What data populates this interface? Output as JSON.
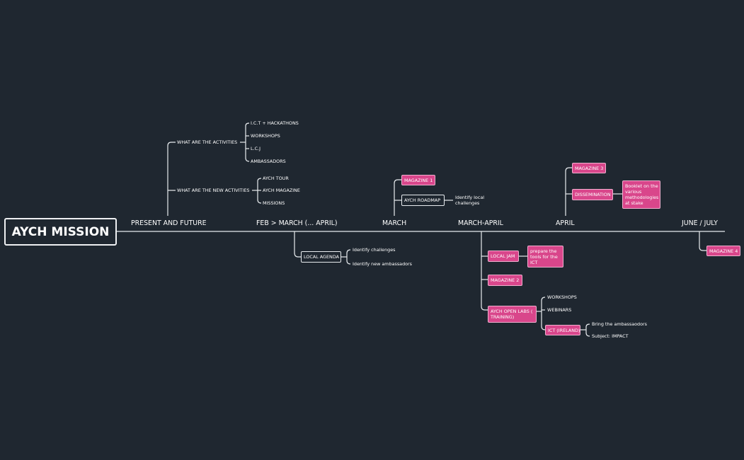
{
  "root": "AYCH MISSION",
  "timeline": {
    "present": "PRESENT AND FUTURE",
    "feb": "FEB > MARCH (... APRIL)",
    "march": "MARCH",
    "march_april": "MARCH-APRIL",
    "april": "APRIL",
    "june": "JUNE / JULY"
  },
  "present": {
    "activities": "WHAT ARE THE ACTIVITIES",
    "activity_items": [
      "I.C.T + HACKATHONS",
      "WORKSHOPS",
      "L.C.J",
      "AMBASSADORS"
    ],
    "new_activities": "WHAT ARE THE NEW ACTIVITIES",
    "new_items": [
      "AYCH TOUR",
      "AYCH MAGAZINE",
      "MISSIONS"
    ]
  },
  "feb": {
    "local_agenda": "LOCAL AGENDA",
    "items": [
      "Identify challenges",
      "Identify new ambassadors"
    ]
  },
  "march": {
    "magazine1": "MAGAZINE 1",
    "roadmap": "AYCH ROADMAP",
    "roadmap_note": "Identify local challenges"
  },
  "march_april": {
    "local_jam": "LOCAL JAM",
    "local_jam_note": "prepare the tools for the ICT",
    "magazine2": "MAGAZINE 2",
    "open_labs": "AYCH OPEN LABS ( TRAINING)",
    "open_labs_items": [
      "WORKSHOPS",
      "WEBINARS"
    ],
    "ict": "ICT (IRELAND)",
    "ict_items": [
      "Bring the ambassaodors",
      "Subject: IMPACT"
    ]
  },
  "april": {
    "magazine3": "MAGAZINE 3",
    "dissemination": "DISSEMINATION",
    "dissemination_note": "Booklet on the various methodologies at stake"
  },
  "june": {
    "magazine4": "MAGAZINE 4"
  }
}
